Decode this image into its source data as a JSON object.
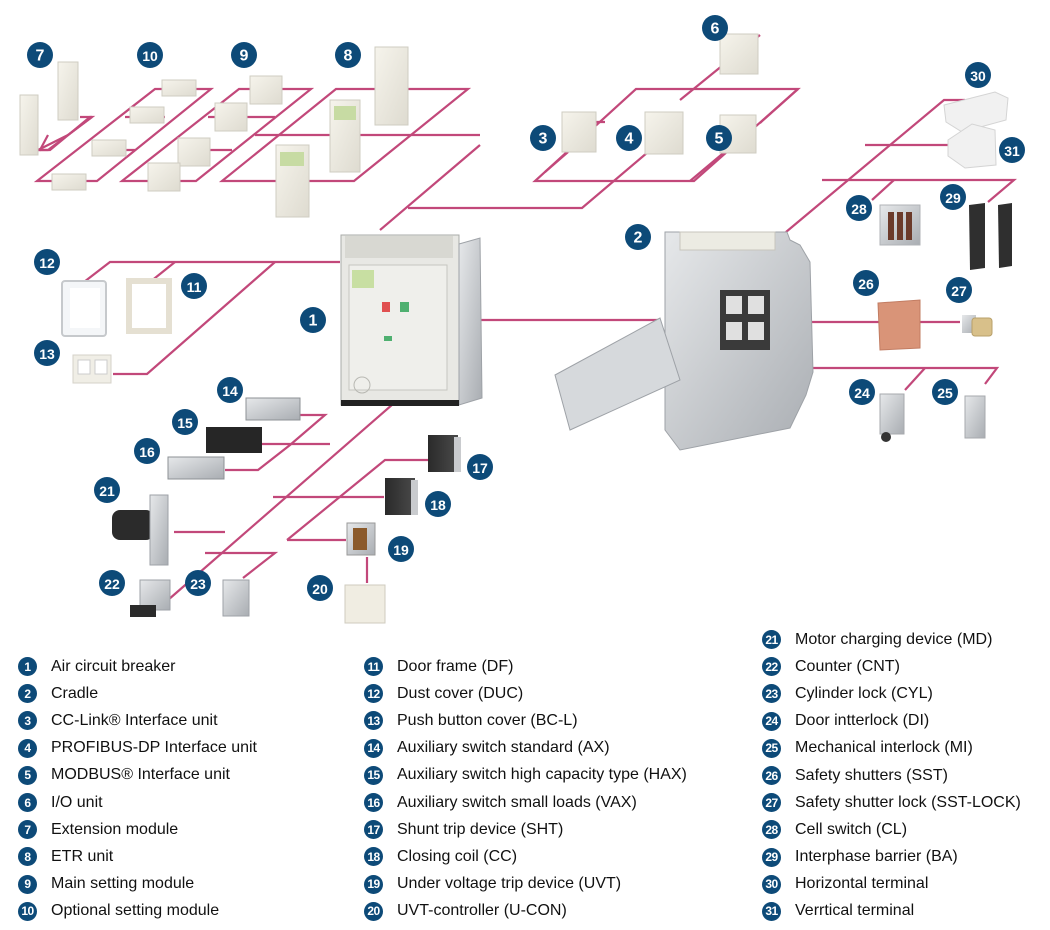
{
  "title": "Air circuit breaker accessories overview",
  "colors": {
    "badge": "#0d4a78",
    "connector_line": "#c2487a",
    "text": "#111111"
  },
  "parts": [
    {
      "num": "1",
      "label": "Air circuit breaker"
    },
    {
      "num": "2",
      "label": "Cradle"
    },
    {
      "num": "3",
      "label": "CC-Link® Interface unit"
    },
    {
      "num": "4",
      "label": "PROFIBUS-DP Interface unit"
    },
    {
      "num": "5",
      "label": "MODBUS® Interface unit"
    },
    {
      "num": "6",
      "label": "I/O unit"
    },
    {
      "num": "7",
      "label": "Extension module"
    },
    {
      "num": "8",
      "label": "ETR unit"
    },
    {
      "num": "9",
      "label": "Main setting module"
    },
    {
      "num": "10",
      "label": "Optional setting module"
    },
    {
      "num": "11",
      "label": "Door frame (DF)"
    },
    {
      "num": "12",
      "label": "Dust cover (DUC)"
    },
    {
      "num": "13",
      "label": "Push button cover (BC-L)"
    },
    {
      "num": "14",
      "label": "Auxiliary switch standard (AX)"
    },
    {
      "num": "15",
      "label": "Auxiliary switch high capacity type (HAX)"
    },
    {
      "num": "16",
      "label": "Auxiliary switch small loads (VAX)"
    },
    {
      "num": "17",
      "label": "Shunt trip device (SHT)"
    },
    {
      "num": "18",
      "label": "Closing coil (CC)"
    },
    {
      "num": "19",
      "label": "Under voltage trip device (UVT)"
    },
    {
      "num": "20",
      "label": "UVT-controller (U-CON)"
    },
    {
      "num": "21",
      "label": "Motor charging device (MD)"
    },
    {
      "num": "22",
      "label": "Counter (CNT)"
    },
    {
      "num": "23",
      "label": "Cylinder lock (CYL)"
    },
    {
      "num": "24",
      "label": "Door intterlock (DI)"
    },
    {
      "num": "25",
      "label": "Mechanical interlock (MI)"
    },
    {
      "num": "26",
      "label": "Safety shutters (SST)"
    },
    {
      "num": "27",
      "label": "Safety shutter lock (SST-LOCK)"
    },
    {
      "num": "28",
      "label": "Cell switch (CL)"
    },
    {
      "num": "29",
      "label": "Interphase barrier (BA)"
    },
    {
      "num": "30",
      "label": "Horizontal terminal"
    },
    {
      "num": "31",
      "label": "Verrtical terminal"
    }
  ]
}
